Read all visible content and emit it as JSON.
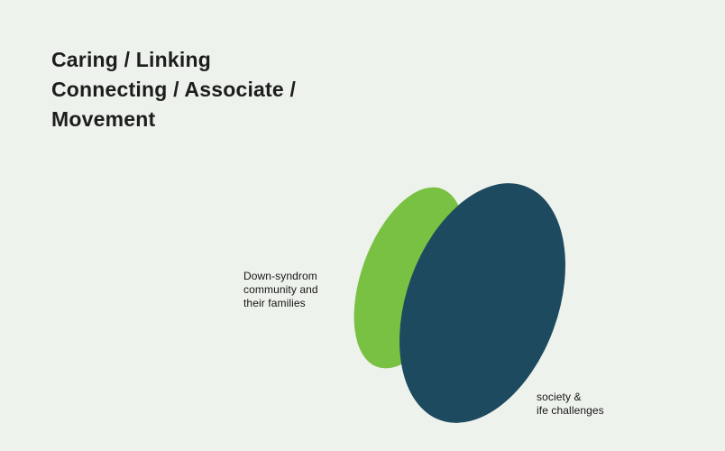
{
  "slide": {
    "background": "#eef2ec",
    "heading": {
      "lines": [
        "Caring / Linking",
        "Connecting / Associate /",
        "Movement"
      ]
    }
  },
  "diagram": {
    "type": "venn-overlap",
    "colors": {
      "green": "#79c143",
      "dark": "#1d4a5f"
    },
    "left_label": {
      "lines": [
        "Down-syndrom",
        "community and",
        "their families"
      ]
    },
    "right_label": {
      "lines": [
        "society &",
        "ife challenges"
      ]
    }
  }
}
